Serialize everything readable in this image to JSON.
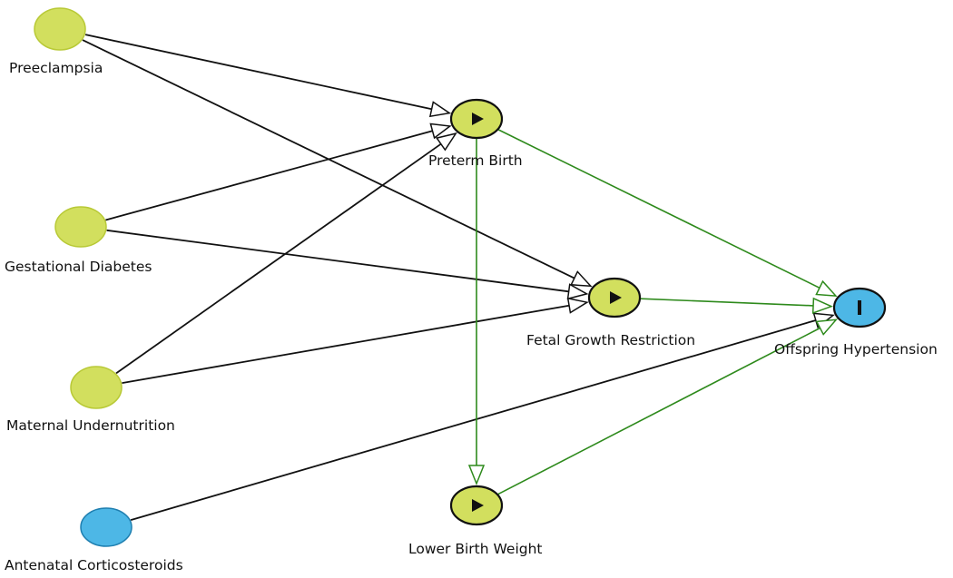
{
  "colors": {
    "exposure_fill": "#d2df5e",
    "exposure_stroke": "#b8c936",
    "outcome_fill": "#4db7e6",
    "outcome_stroke": "#1f7fb0",
    "causal_edge": "#2e8a1c",
    "other_edge": "#111111"
  },
  "nodes": [
    {
      "id": "preeclampsia",
      "label": "Preeclampsia",
      "kind": "exposure",
      "marker": "none"
    },
    {
      "id": "gestational_diabetes",
      "label": "Gestational Diabetes",
      "kind": "exposure",
      "marker": "none"
    },
    {
      "id": "maternal_undernutrition",
      "label": "Maternal Undernutrition",
      "kind": "exposure",
      "marker": "none"
    },
    {
      "id": "antenatal_corticosteroids",
      "label": "Antenatal Corticosteroids",
      "kind": "adjusted",
      "marker": "none"
    },
    {
      "id": "preterm_birth",
      "label": "Preterm Birth",
      "kind": "exposure",
      "marker": "play-icon"
    },
    {
      "id": "fetal_growth_restriction",
      "label": "Fetal Growth Restriction",
      "kind": "exposure",
      "marker": "play-icon"
    },
    {
      "id": "lower_birth_weight",
      "label": "Lower Birth Weight",
      "kind": "exposure",
      "marker": "play-icon"
    },
    {
      "id": "offspring_hypertension",
      "label": "Offspring Hypertension",
      "kind": "outcome",
      "marker": "bar-icon"
    }
  ],
  "edges": [
    {
      "from": "preeclampsia",
      "to": "preterm_birth",
      "type": "other"
    },
    {
      "from": "preeclampsia",
      "to": "fetal_growth_restriction",
      "type": "other"
    },
    {
      "from": "gestational_diabetes",
      "to": "preterm_birth",
      "type": "other"
    },
    {
      "from": "gestational_diabetes",
      "to": "fetal_growth_restriction",
      "type": "other"
    },
    {
      "from": "maternal_undernutrition",
      "to": "preterm_birth",
      "type": "other"
    },
    {
      "from": "maternal_undernutrition",
      "to": "fetal_growth_restriction",
      "type": "other"
    },
    {
      "from": "antenatal_corticosteroids",
      "to": "offspring_hypertension",
      "type": "other"
    },
    {
      "from": "preterm_birth",
      "to": "offspring_hypertension",
      "type": "causal"
    },
    {
      "from": "preterm_birth",
      "to": "lower_birth_weight",
      "type": "causal"
    },
    {
      "from": "fetal_growth_restriction",
      "to": "offspring_hypertension",
      "type": "causal"
    },
    {
      "from": "lower_birth_weight",
      "to": "offspring_hypertension",
      "type": "causal"
    }
  ]
}
